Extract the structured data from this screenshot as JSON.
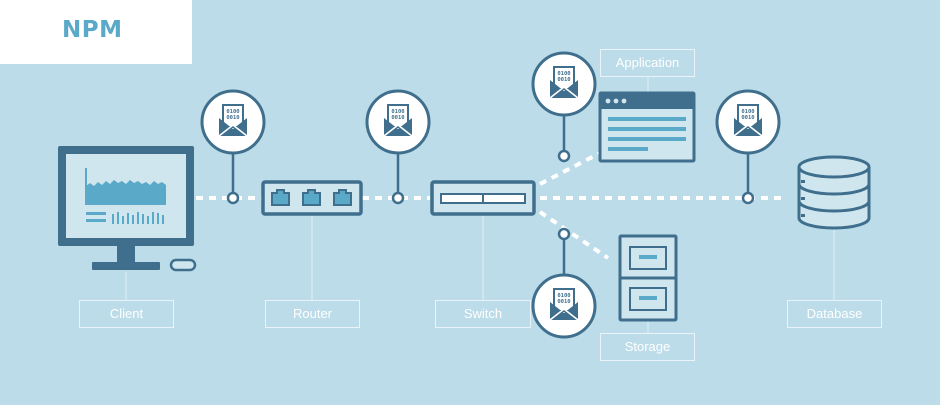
{
  "header": {
    "title": "NPM"
  },
  "nodes": {
    "client": "Client",
    "router": "Router",
    "switch": "Switch",
    "application": "Application",
    "storage": "Storage",
    "database": "Database"
  },
  "colors": {
    "background": "#bcdce9",
    "outline": "#3f6f8d",
    "panel": "#cfe6ef",
    "accent": "#5aa9c8",
    "label_border": "#eaf4f8",
    "connector": "#ffffff"
  }
}
